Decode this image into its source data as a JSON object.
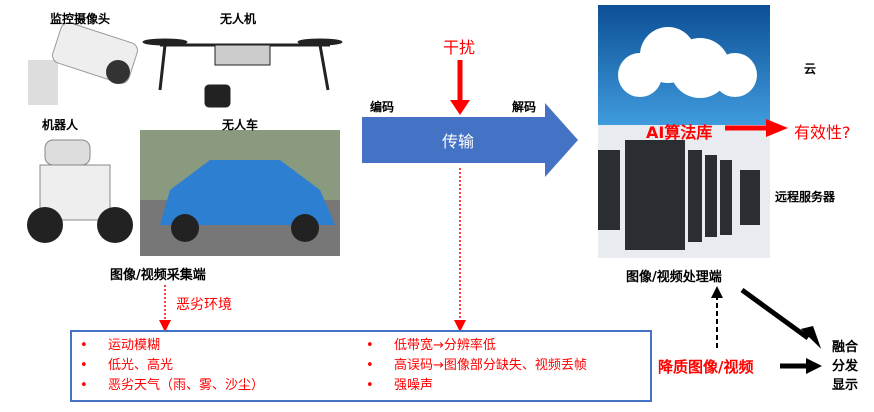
{
  "capture": {
    "camera_label": "监控摄像头",
    "drone_label": "无人机",
    "robot_label": "机器人",
    "car_label": "无人车",
    "title": "图像/视频采集端",
    "env_label": "恶劣环境"
  },
  "transmission": {
    "encode": "编码",
    "decode": "解码",
    "interference": "干扰",
    "transmit": "传输"
  },
  "processing": {
    "cloud_label": "云",
    "server_label": "远程服务器",
    "title": "图像/视频处理端",
    "ai_label": "AI算法库",
    "validity": "有效性?",
    "degraded": "降质图像/视频",
    "display": [
      "融合",
      "分发",
      "显示"
    ]
  },
  "issues": {
    "left": [
      "运动模糊",
      "低光、高光",
      "恶劣天气（雨、雾、沙尘）"
    ],
    "right": [
      "低带宽→分辨率低",
      "高误码→图像部分缺失、视频丢帧",
      "强噪声"
    ]
  },
  "colors": {
    "accent_red": "#ff0000",
    "arrow_blue": "#4472c4",
    "cloud_bg": "#1f6fb5"
  }
}
